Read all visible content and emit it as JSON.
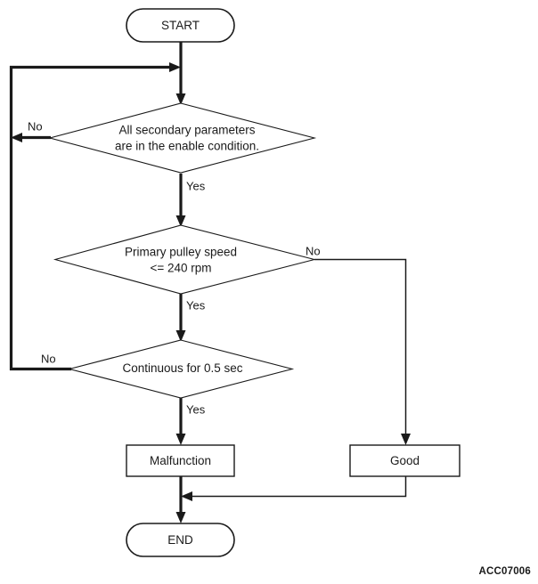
{
  "diagram": {
    "type": "flowchart",
    "caption_code": "ACC07006",
    "nodes": {
      "start": {
        "label": "START",
        "shape": "terminal"
      },
      "decision1": {
        "line1": "All secondary parameters",
        "line2": "are in the enable condition.",
        "shape": "decision"
      },
      "decision2": {
        "line1": "Primary pulley speed",
        "line2": "<= 240 rpm",
        "shape": "decision"
      },
      "decision3": {
        "line1": "Continuous for 0.5 sec",
        "shape": "decision"
      },
      "malfunction": {
        "label": "Malfunction",
        "shape": "process"
      },
      "good": {
        "label": "Good",
        "shape": "process"
      },
      "end": {
        "label": "END",
        "shape": "terminal"
      }
    },
    "edge_labels": {
      "d1_no": "No",
      "d1_yes": "Yes",
      "d2_no": "No",
      "d2_yes": "Yes",
      "d3_no": "No",
      "d3_yes": "Yes"
    },
    "colors": {
      "stroke": "#1a1a1a",
      "fill": "#ffffff",
      "background": "#ffffff"
    }
  }
}
